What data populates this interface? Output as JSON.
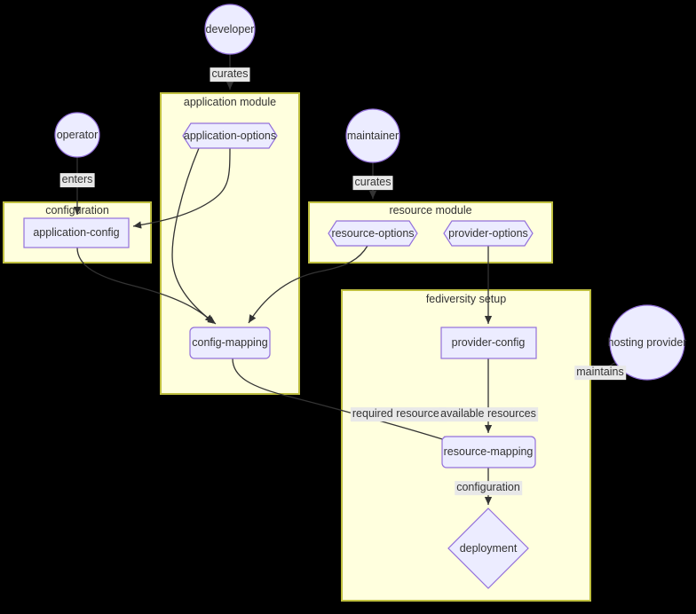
{
  "diagram": {
    "type": "flowchart",
    "background_color": "#000000",
    "subgraph_fill": "#ffffde",
    "subgraph_stroke": "#bfbf3f",
    "node_fill": "#ececff",
    "node_stroke": "#9370db",
    "edge_color": "#333333",
    "edge_label_bg": "#e8e8e8",
    "subgraphs": [
      {
        "id": "application-module",
        "title": "application module"
      },
      {
        "id": "configuration",
        "title": "configuration"
      },
      {
        "id": "resource-module",
        "title": "resource module"
      },
      {
        "id": "fediversity-setup",
        "title": "fediversity setup"
      }
    ],
    "nodes": [
      {
        "id": "developer",
        "label": "developer",
        "shape": "circle"
      },
      {
        "id": "operator",
        "label": "operator",
        "shape": "circle"
      },
      {
        "id": "maintainer",
        "label": "maintainer",
        "shape": "circle"
      },
      {
        "id": "hosting-provider",
        "label": "hosting provider",
        "shape": "circle"
      },
      {
        "id": "application-options",
        "label": "application-options",
        "shape": "hexagon"
      },
      {
        "id": "resource-options",
        "label": "resource-options",
        "shape": "hexagon"
      },
      {
        "id": "provider-options",
        "label": "provider-options",
        "shape": "hexagon"
      },
      {
        "id": "application-config",
        "label": "application-config",
        "shape": "rect"
      },
      {
        "id": "config-mapping",
        "label": "config-mapping",
        "shape": "rounded-rect"
      },
      {
        "id": "provider-config",
        "label": "provider-config",
        "shape": "rect"
      },
      {
        "id": "resource-mapping",
        "label": "resource-mapping",
        "shape": "rounded-rect"
      },
      {
        "id": "deployment",
        "label": "deployment",
        "shape": "diamond"
      }
    ],
    "edges": [
      {
        "from": "developer",
        "to": "application-module",
        "label": "curates"
      },
      {
        "from": "operator",
        "to": "application-config",
        "label": "enters"
      },
      {
        "from": "maintainer",
        "to": "resource-module",
        "label": "curates"
      },
      {
        "from": "application-options",
        "to": "config-mapping",
        "label": ""
      },
      {
        "from": "application-options",
        "to": "application-config",
        "label": ""
      },
      {
        "from": "application-config",
        "to": "config-mapping",
        "label": ""
      },
      {
        "from": "resource-options",
        "to": "config-mapping",
        "label": ""
      },
      {
        "from": "provider-options",
        "to": "provider-config",
        "label": ""
      },
      {
        "from": "config-mapping",
        "to": "resource-mapping",
        "label": "required resources"
      },
      {
        "from": "provider-config",
        "to": "resource-mapping",
        "label": "available resources"
      },
      {
        "from": "resource-mapping",
        "to": "deployment",
        "label": "configuration"
      },
      {
        "from": "hosting-provider",
        "to": "fediversity-setup",
        "label": "maintains"
      }
    ],
    "edge_labels": {
      "curates_developer": "curates",
      "enters": "enters",
      "curates_maintainer": "curates",
      "required_resources": "required resources",
      "available_resources": "available resources",
      "configuration": "configuration",
      "maintains": "maintains"
    }
  }
}
